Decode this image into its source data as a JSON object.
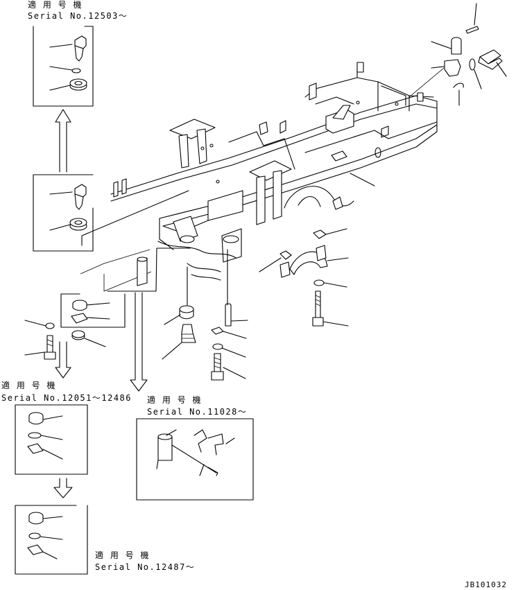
{
  "labels": {
    "block1_jp": "適 用 号 機",
    "block1_serial": "Serial No.12503～",
    "block2_jp": "適 用 号 機",
    "block2_serial": "Serial No.12051～12486",
    "block3_jp": "適 用 号 機",
    "block3_serial": "Serial No.11028～",
    "block4_jp": "適 用 号 機",
    "block4_serial": "Serial No.12487～",
    "drawing_code": "JB101032"
  },
  "icons": [
    "main-frame",
    "arrow-up-icon",
    "arrow-down-icon",
    "bolt-icon",
    "washer-icon",
    "spacer-icon",
    "bracket-icon",
    "pin-icon",
    "cap-icon"
  ]
}
